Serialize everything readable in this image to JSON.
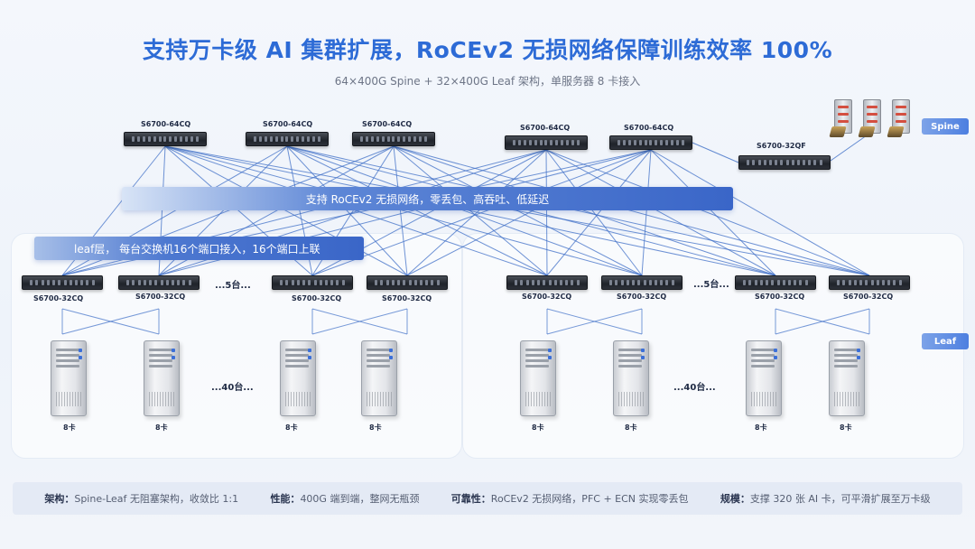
{
  "title": "支持万卡级 AI 集群扩展，RoCEv2 无损网络保障训练效率 100%",
  "subtitle": "64×400G Spine + 32×400G Leaf 架构，单服务器 8 卡接入",
  "banners": {
    "spine_feature": "支持 RoCEv2 无损网络，零丢包、高吞吐、低延迟",
    "leaf_desc": "leaf层， 每台交换机16个端口接入，16个端口上联"
  },
  "tags": {
    "spine": "Spine",
    "leaf": "Leaf"
  },
  "spine_switches": [
    "S6700-64CQ",
    "S6700-64CQ",
    "S6700-64CQ",
    "S6700-64CQ",
    "S6700-64CQ",
    "S6700-32QF"
  ],
  "leaf_groups": [
    {
      "switches": [
        "S6700-32CQ",
        "S6700-32CQ",
        "S6700-32CQ",
        "S6700-32CQ"
      ],
      "switch_ellipsis": "...5台...",
      "server_ellipsis": "...40台...",
      "server_labels": [
        "8卡",
        "8卡",
        "8卡",
        "8卡"
      ]
    },
    {
      "switches": [
        "S6700-32CQ",
        "S6700-32CQ",
        "S6700-32CQ",
        "S6700-32CQ"
      ],
      "switch_ellipsis": "...5台...",
      "server_ellipsis": "...40台...",
      "server_labels": [
        "8卡",
        "8卡",
        "8卡",
        "8卡"
      ]
    }
  ],
  "footer": {
    "arch_k": "架构：",
    "arch_v": "Spine-Leaf 无阻塞架构，收敛比 1:1",
    "perf_k": "性能：",
    "perf_v": "400G 端到端，整网无瓶颈",
    "rel_k": "可靠性：",
    "rel_v": "RoCEv2 无损网络，PFC + ECN 实现零丢包",
    "scale_k": "规模：",
    "scale_v": "支撑 320 张 AI 卡，可平滑扩展至万卡级"
  },
  "colors": {
    "title": "#2d6bd6",
    "link": "#3f6fc7",
    "banner": "#3a66c8"
  }
}
